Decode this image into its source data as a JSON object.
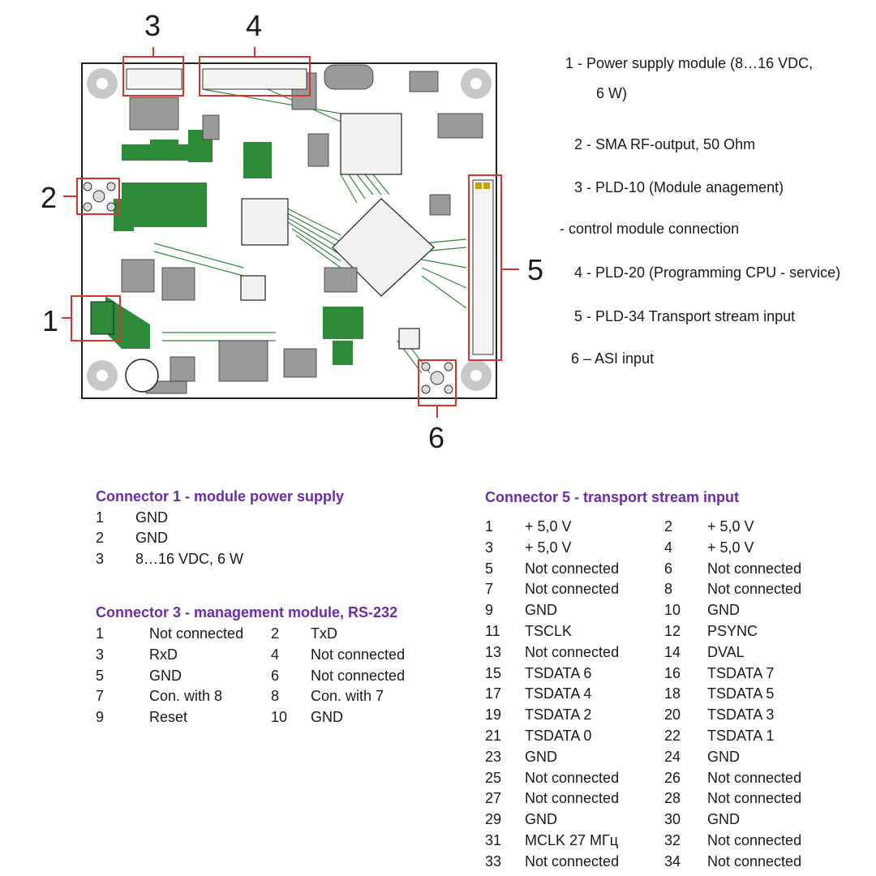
{
  "callouts": [
    "1",
    "2",
    "3",
    "4",
    "5",
    "6"
  ],
  "legend": [
    "1    - Power supply module (8…16 VDC,",
    "6 W)",
    "2 - SMA RF-output, 50 Ohm",
    "3 - PLD-10 (Module anagement)",
    "-  control module connection",
    "4 - PLD-20 (Programming CPU - service)",
    "5 - PLD-34 Transport stream input",
    "6 – ASI  input"
  ],
  "connector1": {
    "title": "Connector 1 - module power supply",
    "rows": [
      {
        "n": "1",
        "v": "GND"
      },
      {
        "n": "2",
        "v": "GND"
      },
      {
        "n": "3",
        "v": "8…16 VDC, 6 W"
      }
    ]
  },
  "connector3": {
    "title": "Connector 3 - management module, RS-232",
    "rows": [
      {
        "n1": "1",
        "v1": "Not connected",
        "n2": "2",
        "v2": "TxD"
      },
      {
        "n1": "3",
        "v1": "RxD",
        "n2": "4",
        "v2": "Not connected"
      },
      {
        "n1": "5",
        "v1": "GND",
        "n2": "6",
        "v2": "Not connected"
      },
      {
        "n1": "7",
        "v1": "Con. with 8",
        "n2": "8",
        "v2": "Con. with 7"
      },
      {
        "n1": "9",
        "v1": "Reset",
        "n2": "10",
        "v2": "GND"
      }
    ]
  },
  "connector5": {
    "title": "Connector  5  -  transport  stream  input",
    "rows": [
      {
        "n1": "1",
        "v1": "+ 5,0 V",
        "n2": "2",
        "v2": "+ 5,0 V"
      },
      {
        "n1": "3",
        "v1": "+ 5,0 V",
        "n2": "4",
        "v2": "+ 5,0 V"
      },
      {
        "n1": "5",
        "v1": "Not connected",
        "n2": "6",
        "v2": "Not connected"
      },
      {
        "n1": "7",
        "v1": "Not connected",
        "n2": "8",
        "v2": "Not connected"
      },
      {
        "n1": "9",
        "v1": "GND",
        "n2": "10",
        "v2": "GND"
      },
      {
        "n1": "11",
        "v1": "TSCLK",
        "n2": "12",
        "v2": "PSYNC"
      },
      {
        "n1": "13",
        "v1": "Not connected",
        "n2": "14",
        "v2": "DVAL"
      },
      {
        "n1": "15",
        "v1": "TSDATA 6",
        "n2": "16",
        "v2": "TSDATA 7"
      },
      {
        "n1": "17",
        "v1": "TSDATA 4",
        "n2": "18",
        "v2": "TSDATA 5"
      },
      {
        "n1": "19",
        "v1": "TSDATA 2",
        "n2": "20",
        "v2": "TSDATA 3"
      },
      {
        "n1": "21",
        "v1": "TSDATA 0",
        "n2": "22",
        "v2": "TSDATA 1"
      },
      {
        "n1": "23",
        "v1": "GND",
        "n2": "24",
        "v2": "GND"
      },
      {
        "n1": "25",
        "v1": "Not connected",
        "n2": "26",
        "v2": "Not connected"
      },
      {
        "n1": "27",
        "v1": "Not connected",
        "n2": "28",
        "v2": "Not connected"
      },
      {
        "n1": "29",
        "v1": "GND",
        "n2": "30",
        "v2": "GND"
      },
      {
        "n1": "31",
        "v1": "MCLK 27 МГц",
        "n2": "32",
        "v2": "Not connected"
      },
      {
        "n1": "33",
        "v1": "Not connected",
        "n2": "34",
        "v2": "Not connected"
      }
    ]
  },
  "colors": {
    "board_green": "#2e8b3a",
    "callout_red": "#d9342b",
    "title_purple": "#6a2bb0",
    "hole_gray": "#c8c8c8"
  }
}
